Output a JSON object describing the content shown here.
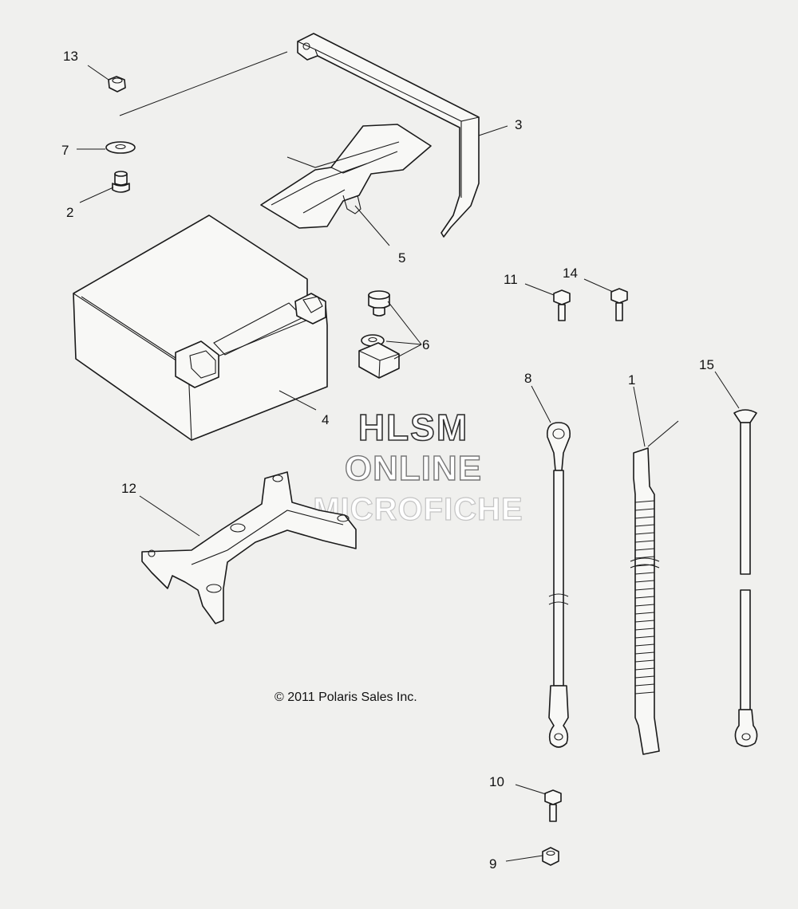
{
  "callouts": {
    "c1": "1",
    "c2": "2",
    "c3": "3",
    "c4": "4",
    "c5": "5",
    "c6": "6",
    "c7": "7",
    "c8": "8",
    "c9": "9",
    "c10": "10",
    "c11": "11",
    "c12": "12",
    "c13": "13",
    "c14": "14",
    "c15": "15"
  },
  "watermark": {
    "line1": "HLSM",
    "line2": "ONLINE",
    "line3": "MICROFICHE"
  },
  "copyright": "© 2011 Polaris Sales Inc.",
  "colors": {
    "background": "#f0f0ee",
    "line": "#1a1a1a",
    "part_fill": "#f8f8f6"
  }
}
